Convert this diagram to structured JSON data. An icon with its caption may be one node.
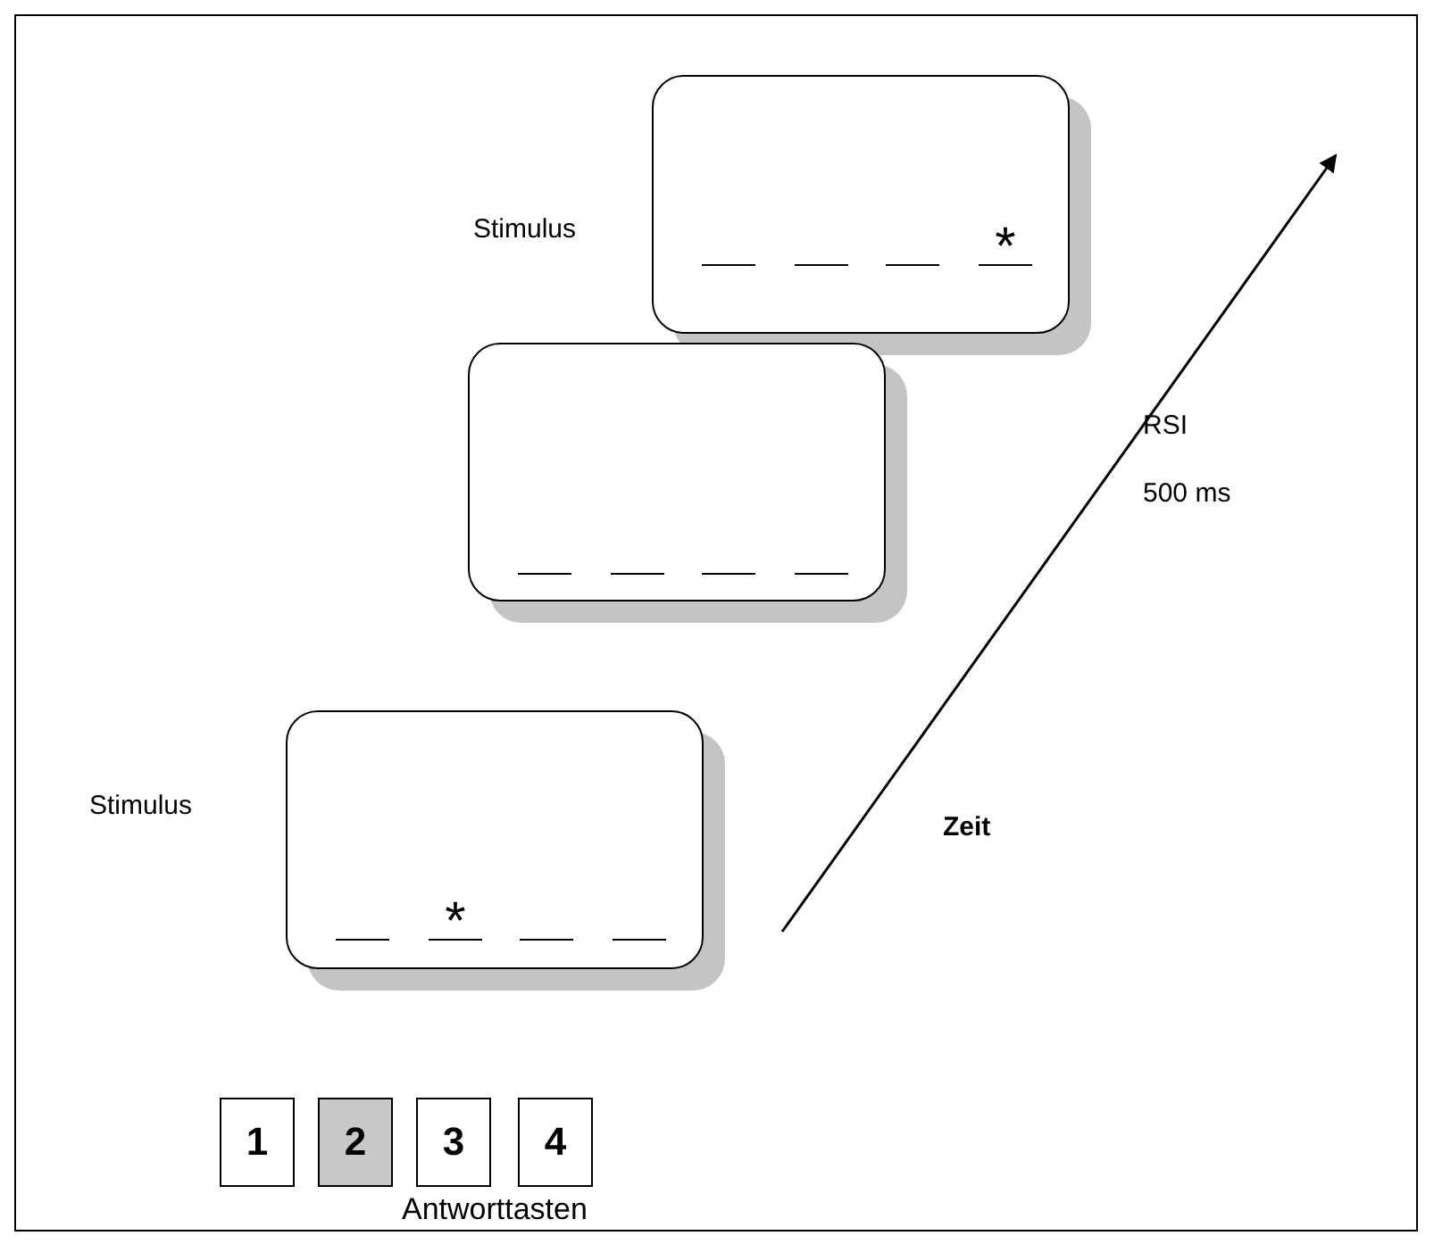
{
  "diagram": {
    "nodes": [
      {
        "text": [
          "*"
        ],
        "beside": [
          "Stimulus"
        ]
      },
      {
        "text": [],
        "shape": "box"
      },
      {
        "text": [
          "*"
        ],
        "beside": [
          "Stimulus"
        ]
      },
      {
        "text": [
          "1"
        ]
      },
      {
        "text": [
          "2"
        ]
      },
      {
        "text": [
          "3"
        ]
      },
      {
        "text": [
          "4"
        ]
      }
    ],
    "labels": [
      "RSI",
      "500 ms",
      "Zeit",
      "Antworttasten"
    ]
  }
}
